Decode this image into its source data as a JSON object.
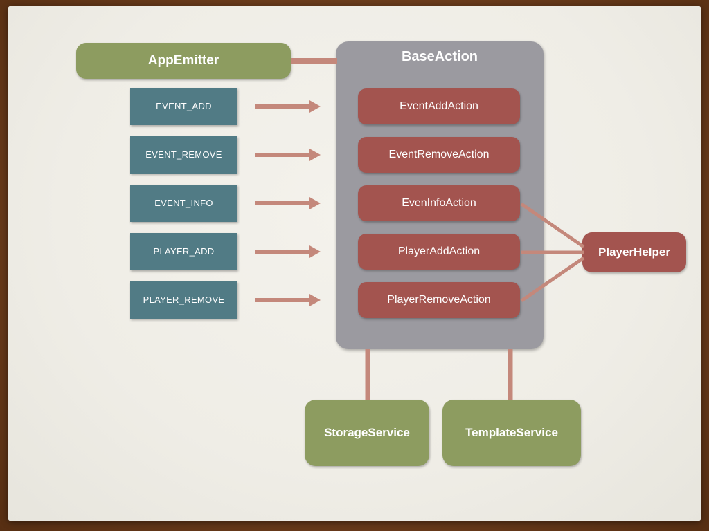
{
  "colors": {
    "frame_brown": "#6b3c1c",
    "slide_background": "#efede6",
    "green_box": "#8d9c60",
    "teal_box": "#517b85",
    "red_box": "#a3544f",
    "gray_panel": "#9b9aa0",
    "connector": "#c4887b",
    "label_text": "#ffffff"
  },
  "diagram": {
    "app_emitter": {
      "label": "AppEmitter"
    },
    "events": [
      {
        "label": "EVENT_ADD"
      },
      {
        "label": "EVENT_REMOVE"
      },
      {
        "label": "EVENT_INFO"
      },
      {
        "label": "PLAYER_ADD"
      },
      {
        "label": "PLAYER_REMOVE"
      }
    ],
    "base_action": {
      "title": "BaseAction"
    },
    "actions": [
      {
        "label": "EventAddAction"
      },
      {
        "label": "EventRemoveAction"
      },
      {
        "label": "EvenInfoAction"
      },
      {
        "label": "PlayerAddAction"
      },
      {
        "label": "PlayerRemoveAction"
      }
    ],
    "player_helper": {
      "label": "PlayerHelper"
    },
    "services": [
      {
        "label": "StorageService"
      },
      {
        "label": "TemplateService"
      }
    ]
  }
}
